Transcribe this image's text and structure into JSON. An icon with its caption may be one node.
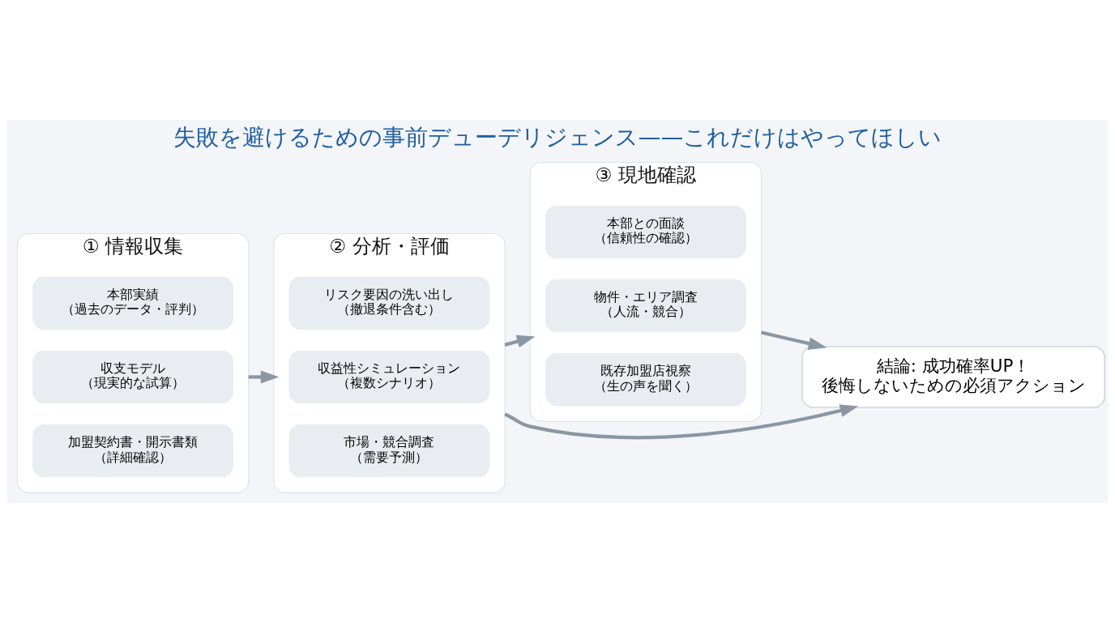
{
  "diagram": {
    "title": "失敗を避けるための事前デューデリジェンス——これだけはやってほしい",
    "nodes": [
      {
        "text": [
          "① 情報収集"
        ]
      },
      {
        "text": [
          "加盟契約書・開示書類",
          "（詳細確認）"
        ],
        "in": 0
      },
      {
        "text": [
          "収支モデル",
          "（現実的な試算）"
        ],
        "in": 0
      },
      {
        "text": [
          "本部実績",
          "（過去のデータ・評判）"
        ],
        "in": 0
      },
      {
        "text": [
          "② 分析・評価"
        ]
      },
      {
        "text": [
          "市場・競合調査",
          "（需要予測）"
        ],
        "in": 4
      },
      {
        "text": [
          "収益性シミュレーション",
          "（複数シナリオ）"
        ],
        "in": 4
      },
      {
        "text": [
          "リスク要因の洗い出し",
          "（撤退条件含む）"
        ],
        "in": 4
      },
      {
        "text": [
          "③ 現地確認"
        ]
      },
      {
        "text": [
          "既存加盟店視察",
          "（生の声を聞く）"
        ],
        "in": 8
      },
      {
        "text": [
          "物件・エリア調査",
          "（人流・競合）"
        ],
        "in": 8
      },
      {
        "text": [
          "本部との面談",
          "（信頼性の確認）"
        ],
        "in": 8
      },
      {
        "text": [
          "結論: 成功確率UP！",
          "後悔しないための必須アクション"
        ]
      }
    ],
    "edges": [
      {
        "from": 0,
        "to": 4,
        "arrow": "to"
      },
      {
        "from": 4,
        "to": 8,
        "arrow": "to"
      },
      {
        "from": 4,
        "to": 12,
        "arrow": "to"
      },
      {
        "from": 8,
        "to": 12,
        "arrow": "to"
      }
    ]
  }
}
